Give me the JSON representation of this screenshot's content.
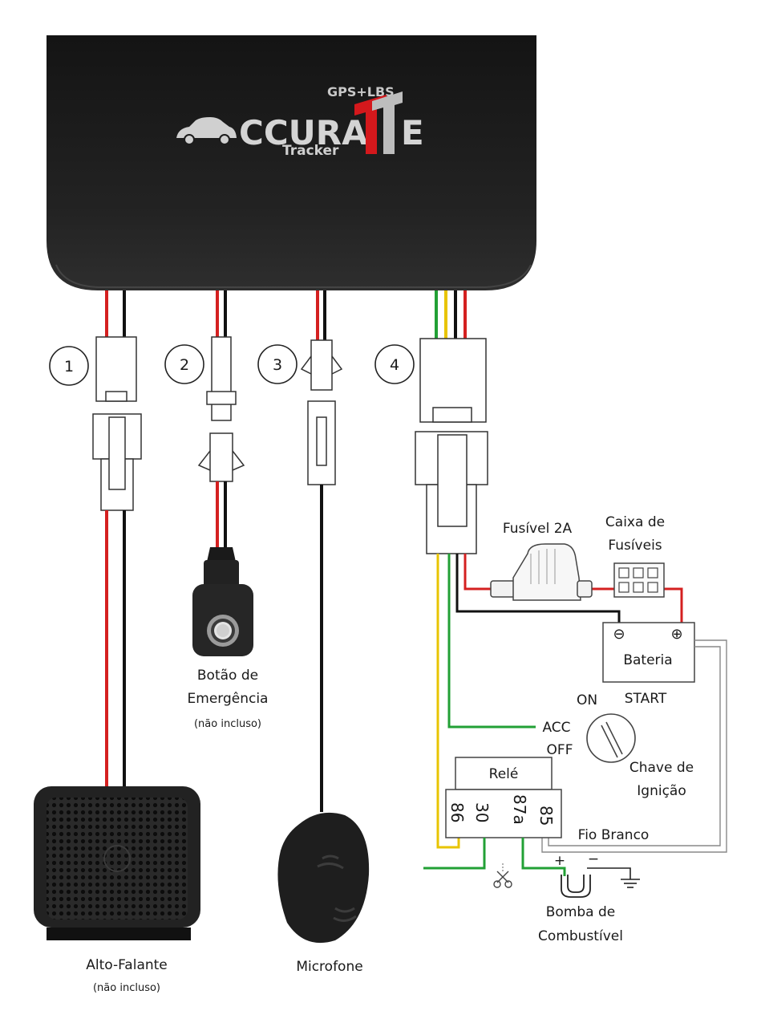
{
  "brand": {
    "top": "GPS+LBS",
    "name_left": "CCURA",
    "name_right": "E",
    "sub": "Tracker"
  },
  "connectors": [
    "1",
    "2",
    "3",
    "4"
  ],
  "components": {
    "emergency_line1": "Botão de",
    "emergency_line2": "Emergência",
    "emergency_note": "(não incluso)",
    "speaker": "Alto-Falante",
    "speaker_note": "(não incluso)",
    "microphone": "Microfone",
    "fuse": "Fusível 2A",
    "fusebox_line1": "Caixa de",
    "fusebox_line2": "Fusíveis",
    "battery": "Bateria",
    "battery_minus": "⊖",
    "battery_plus": "⊕",
    "ign_on": "ON",
    "ign_start": "START",
    "ign_acc": "ACC",
    "ign_off": "OFF",
    "ign_line1": "Chave de",
    "ign_line2": "Ignição",
    "relay": "Relé",
    "relay_pins": [
      "86",
      "30",
      "87a",
      "85"
    ],
    "white_wire": "Fio Branco",
    "pump_plus": "+",
    "pump_minus": "−",
    "pump_line1": "Bomba de",
    "pump_line2": "Combustível"
  },
  "colors": {
    "device": "#1c1c1c",
    "red_wire": "#d42020",
    "black_wire": "#111111",
    "yellow_wire": "#e8c400",
    "green_wire": "#22a035",
    "accent_red": "#d4181c"
  }
}
